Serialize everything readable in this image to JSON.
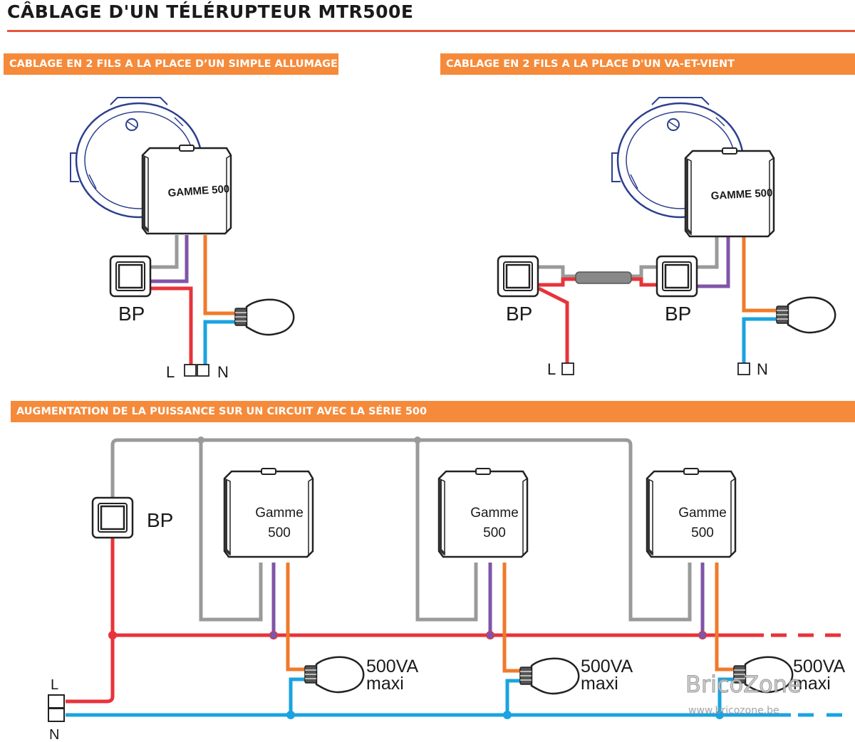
{
  "title": "CÂBLAGE D'UN TÉLÉRUPTEUR MTR500E",
  "sections": {
    "simple": "CABLAGE EN 2 FILS A LA PLACE D’UN SIMPLE ALLUMAGE",
    "va_et_vient": "CABLAGE EN 2 FILS A LA PLACE D'UN VA-ET-VIENT",
    "puissance": "AUGMENTATION DE LA PUISSANCE SUR UN CIRCUIT AVEC LA SÉRIE 500"
  },
  "labels": {
    "module_top": "GAMME 500",
    "module_line1": "Gamme",
    "module_line2": "500",
    "bp": "BP",
    "live": "L",
    "neutral": "N",
    "lamp_power": "500VA",
    "lamp_max": "maxi"
  },
  "watermark": {
    "brand": "BricoZone",
    "url": "www.bricozone.be"
  },
  "colors": {
    "orange_banner": "#f58a3a",
    "title_rule": "#e8553a",
    "wire_live": "#e8333a",
    "wire_neutral": "#1ba3e0",
    "wire_gray": "#9a9a9a",
    "wire_purple": "#7f55a8",
    "wire_orange": "#f07a2a"
  }
}
